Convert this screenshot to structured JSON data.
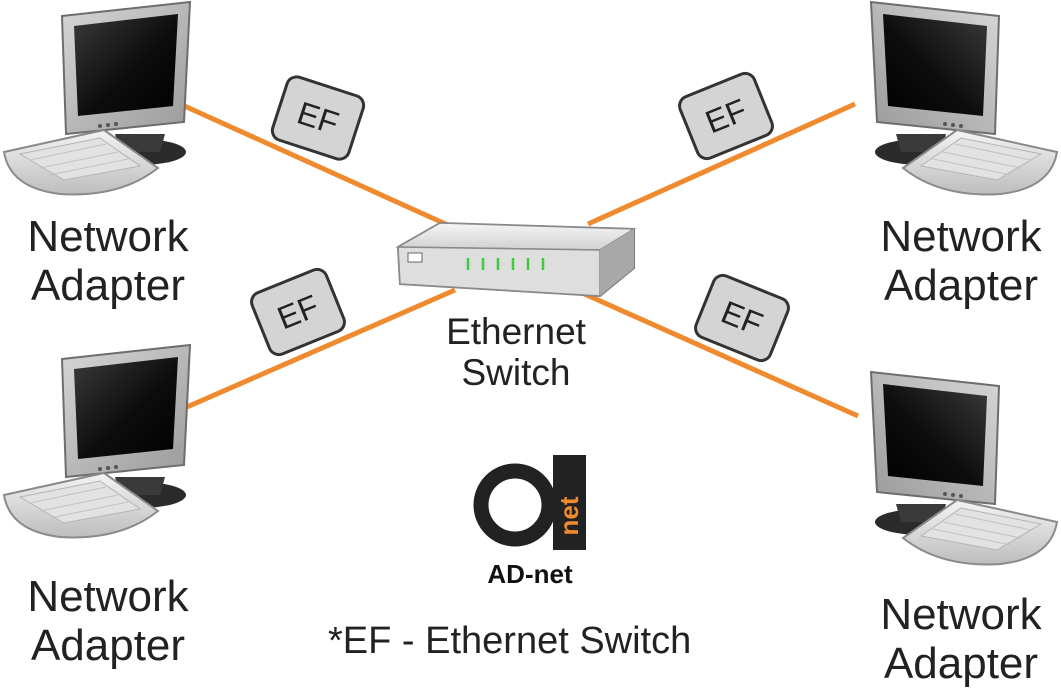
{
  "adapters": [
    {
      "line1": "Network",
      "line2": "Adapter"
    },
    {
      "line1": "Network",
      "line2": "Adapter"
    },
    {
      "line1": "Network",
      "line2": "Adapter"
    },
    {
      "line1": "Network",
      "line2": "Adapter"
    }
  ],
  "switch": {
    "line1": "Ethernet",
    "line2": "Switch"
  },
  "ef_label": "EF",
  "logo": {
    "mark": "net",
    "name": "AD-net"
  },
  "footnote": "*EF - Ethernet Switch",
  "colors": {
    "cable": "#f08a2e",
    "chip": "#d4d4d4",
    "text": "#222222"
  }
}
